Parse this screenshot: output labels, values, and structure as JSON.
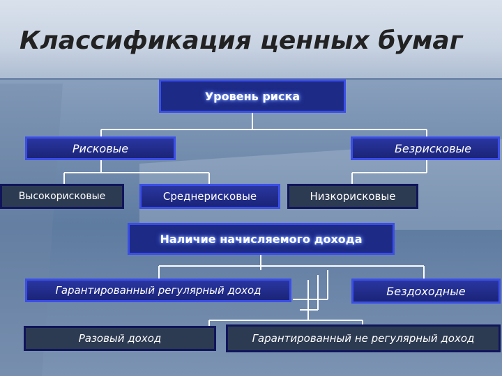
{
  "title": "Классификация ценных бумаг",
  "boxes": {
    "risk_level": "Уровень риска",
    "risky": "Рисковые",
    "riskless": "Безрисковые",
    "high_risk": "Высокорисковые",
    "medium_risk": "Среднерисковые",
    "low_risk": "Низкорисковые",
    "income": "Наличие начисляемого дохода",
    "guaranteed_regular": "Гарантированный регулярный доход",
    "no_income": "Бездоходные",
    "one_time": "Разовый доход",
    "guaranteed_irregular": "Гарантированный не регулярный доход"
  },
  "colors": {
    "box_fill": "#1d2a86",
    "box_border": "#3b4ee8",
    "line": "#ffffff"
  }
}
